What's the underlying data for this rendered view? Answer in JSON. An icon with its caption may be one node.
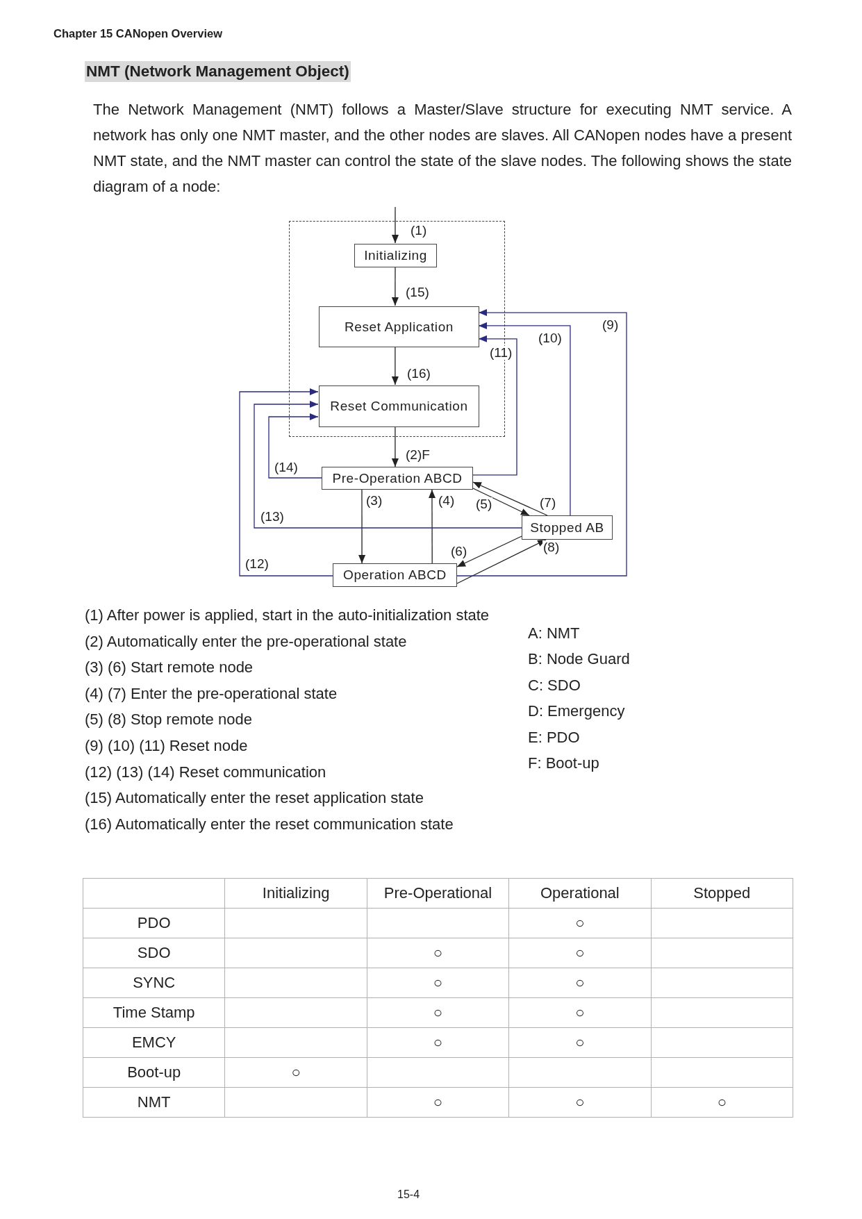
{
  "diagram": {
    "title": "NMT (Network Management Object)",
    "nodes": [
      {
        "text": [],
        "shape": "box"
      },
      {
        "text": [
          "Initializing"
        ],
        "in": 0
      },
      {
        "text": [
          "Reset Application"
        ],
        "in": 0
      },
      {
        "text": [
          "Reset Communication"
        ],
        "in": 0
      },
      {
        "text": [
          "Pre-Operation ABCD"
        ]
      },
      {
        "text": [
          "Stopped AB"
        ]
      },
      {
        "text": [
          "Operation ABCD"
        ]
      }
    ],
    "edges": [
      {
        "from": null,
        "to": 1,
        "arrow": "to",
        "label": "(1)"
      },
      {
        "from": 1,
        "to": 2,
        "arrow": "to",
        "label": "(15)"
      },
      {
        "from": 2,
        "to": 3,
        "arrow": "to",
        "label": "(16)"
      },
      {
        "from": 3,
        "to": 4,
        "arrow": "to",
        "label": "(2)F"
      },
      {
        "from": 4,
        "to": 6,
        "arrow": "to",
        "label": "(3)"
      },
      {
        "from": 6,
        "to": 4,
        "arrow": "to",
        "label": "(4)"
      },
      {
        "from": 4,
        "to": 5,
        "arrow": "to",
        "label": "(5)"
      },
      {
        "from": 5,
        "to": 6,
        "arrow": "to",
        "label": "(6)"
      },
      {
        "from": 5,
        "to": 4,
        "arrow": "to",
        "label": "(7)"
      },
      {
        "from": 6,
        "to": 5,
        "arrow": "to",
        "label": "(8)"
      },
      {
        "from": 6,
        "to": 2,
        "arrow": "to",
        "label": "(9)",
        "color": "#2b2b7e"
      },
      {
        "from": 5,
        "to": 2,
        "arrow": "to",
        "label": "(10)",
        "color": "#2b2b7e"
      },
      {
        "from": 4,
        "to": 2,
        "arrow": "to",
        "label": "(11)",
        "color": "#2b2b7e"
      },
      {
        "from": 6,
        "to": 3,
        "arrow": "to",
        "label": "(12)",
        "color": "#2b2b7e"
      },
      {
        "from": 5,
        "to": 3,
        "arrow": "to",
        "label": "(13)",
        "color": "#2b2b7e"
      },
      {
        "from": 4,
        "to": 3,
        "arrow": "to",
        "label": "(14)",
        "color": "#2b2b7e"
      }
    ],
    "labels": [
      "Chapter 15 CANopen Overview",
      "The Network Management (NMT) follows a Master/Slave structure for executing NMT service. A network has only one NMT master, and the other nodes are slaves. All CANopen nodes have a present NMT state, and the NMT master can control the state of the slave nodes. The following shows the state diagram of a node:",
      "(1) After power is applied, start in the auto-initialization state",
      "(2) Automatically enter the pre-operational state",
      "(3) (6) Start remote node",
      "(4) (7) Enter the pre-operational state",
      "(5) (8) Stop remote node",
      "(9) (10) (11) Reset node",
      "(12) (13) (14) Reset communication",
      "(15) Automatically enter the reset application state",
      "(16) Automatically enter the reset communication state",
      "A: NMT",
      "B: Node Guard",
      "C: SDO",
      "D: Emergency",
      "E: PDO",
      "F: Boot-up",
      "Initializing",
      "Pre-Operational",
      "Operational",
      "Stopped",
      "PDO",
      "○",
      "SDO",
      "○",
      "○",
      "SYNC",
      "○",
      "○",
      "Time Stamp",
      "○",
      "○",
      "EMCY",
      "○",
      "○",
      "Boot-up",
      "○",
      "NMT",
      "○",
      "○",
      "○",
      "15-4"
    ]
  }
}
